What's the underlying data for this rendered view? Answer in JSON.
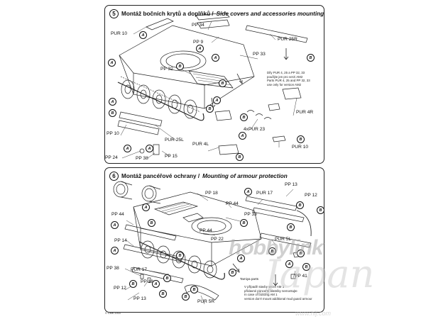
{
  "step5": {
    "number": "5",
    "title_cz": "Montáž bočních krytů a doplňků /",
    "title_en": "Side covers and accessories mounting",
    "parts": {
      "pur10_top": "PUR 10",
      "pp34": "PP 34",
      "pp9": "PP 9",
      "pur25r": "PUR 25R",
      "pp33": "PP 33",
      "pp32": "PP 32",
      "pur4r": "PUR 4R",
      "pur23": "4xPUR 23",
      "pp10": "PP 10",
      "pur25l": "PUR 25L",
      "pur4l": "PUR 4L",
      "pur10_bot": "PUR 10",
      "pp24": "PP 24",
      "pp38": "PP 38",
      "pp15": "PP 15"
    },
    "note": [
      "Díly PUR 4, 25 a PP 32, 33",
      "použijte jen pro verzi AM2",
      "Parts PUR 4, 25 and PP 32, 33",
      "use only for version AM2"
    ],
    "badges": [
      "A",
      "A",
      "A",
      "B",
      "A",
      "B",
      "B",
      "A",
      "B",
      "A",
      "B",
      "A",
      "A",
      "B",
      "A",
      "B",
      "B"
    ]
  },
  "step6": {
    "number": "6",
    "title_cz": "Montáž pancéřové ochrany /",
    "title_en": "Mounting of armour protection",
    "parts": {
      "pp13_top": "PP 13",
      "pp18_top": "PP 18",
      "pur17_top": "PUR 17",
      "pp12_top": "PP 12",
      "pp44_right": "PP 44",
      "pp33": "PP 33",
      "pp44_left": "PP 44",
      "pp44_mid": "PP 44",
      "pp22": "PP 22",
      "pp14": "PP 14",
      "pur5l": "PUR 5L",
      "pp38": "PP 38",
      "pur17_bot": "PUR 17",
      "pp41": "PP 41",
      "pp12_bot": "PP 12",
      "pp18_bot": "PP 18",
      "pp13_bot": "PP 13",
      "pur5r": "PUR 5R"
    },
    "tamiya": "Tamiya parts",
    "note": [
      "V případě stavby verze AM 1",
      "přídavné panceřní blatníky nemontujte",
      "In case of building AM 1",
      "version don't mount additional mud guard armour"
    ],
    "badges": [
      "A",
      "B",
      "B",
      "B",
      "B",
      "A",
      "A",
      "A",
      "B",
      "B",
      "B",
      "B",
      "B",
      "A",
      "B",
      "B",
      "A",
      "B",
      "B",
      "B",
      "B",
      "A"
    ]
  },
  "copyright": "© CMK 2003",
  "watermark": {
    "brand": "hobbylink",
    "script": "Japan",
    "url": "www.hlj.com"
  }
}
